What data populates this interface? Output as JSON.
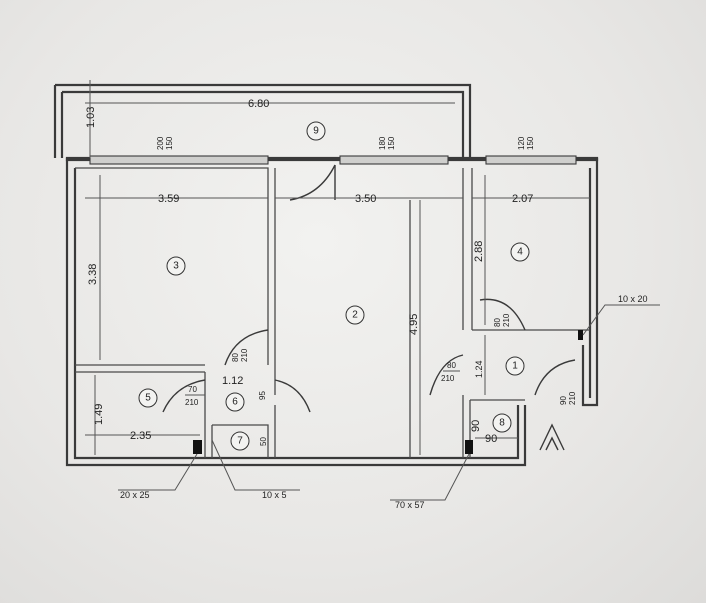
{
  "plan": {
    "dimensions": {
      "top_width": "6.80",
      "top_depth": "1.03",
      "room3_width": "3.59",
      "room2_width": "3.50",
      "room4_width": "2.07",
      "room3_depth": "3.38",
      "room2_depth": "4.95",
      "room4_depth": "2.88",
      "room1_depth": "1.24",
      "hall_width": "1.12",
      "room5_depth": "1.49",
      "room5_width": "2.35",
      "bath_door_w": "95",
      "small_w": "90",
      "small_h": "90",
      "wc_dim": "50"
    },
    "windows": {
      "w1_a": "200",
      "w1_b": "150",
      "w2_a": "180",
      "w2_b": "150",
      "w3_a": "120",
      "w3_b": "150"
    },
    "doors": {
      "d3_a": "80",
      "d3_b": "210",
      "d6_a": "70",
      "d6_b": "210",
      "d4_a": "80",
      "d4_b": "210",
      "d1_a": "80",
      "d1_b": "210",
      "d_ent_a": "90",
      "d_ent_b": "210"
    },
    "rooms": [
      "1",
      "2",
      "3",
      "4",
      "5",
      "6",
      "7",
      "8",
      "9"
    ],
    "notes": {
      "duct1": "10 x 20",
      "duct2": "20 x 25",
      "duct3": "10 x 5",
      "duct4": "70 x 57"
    }
  }
}
